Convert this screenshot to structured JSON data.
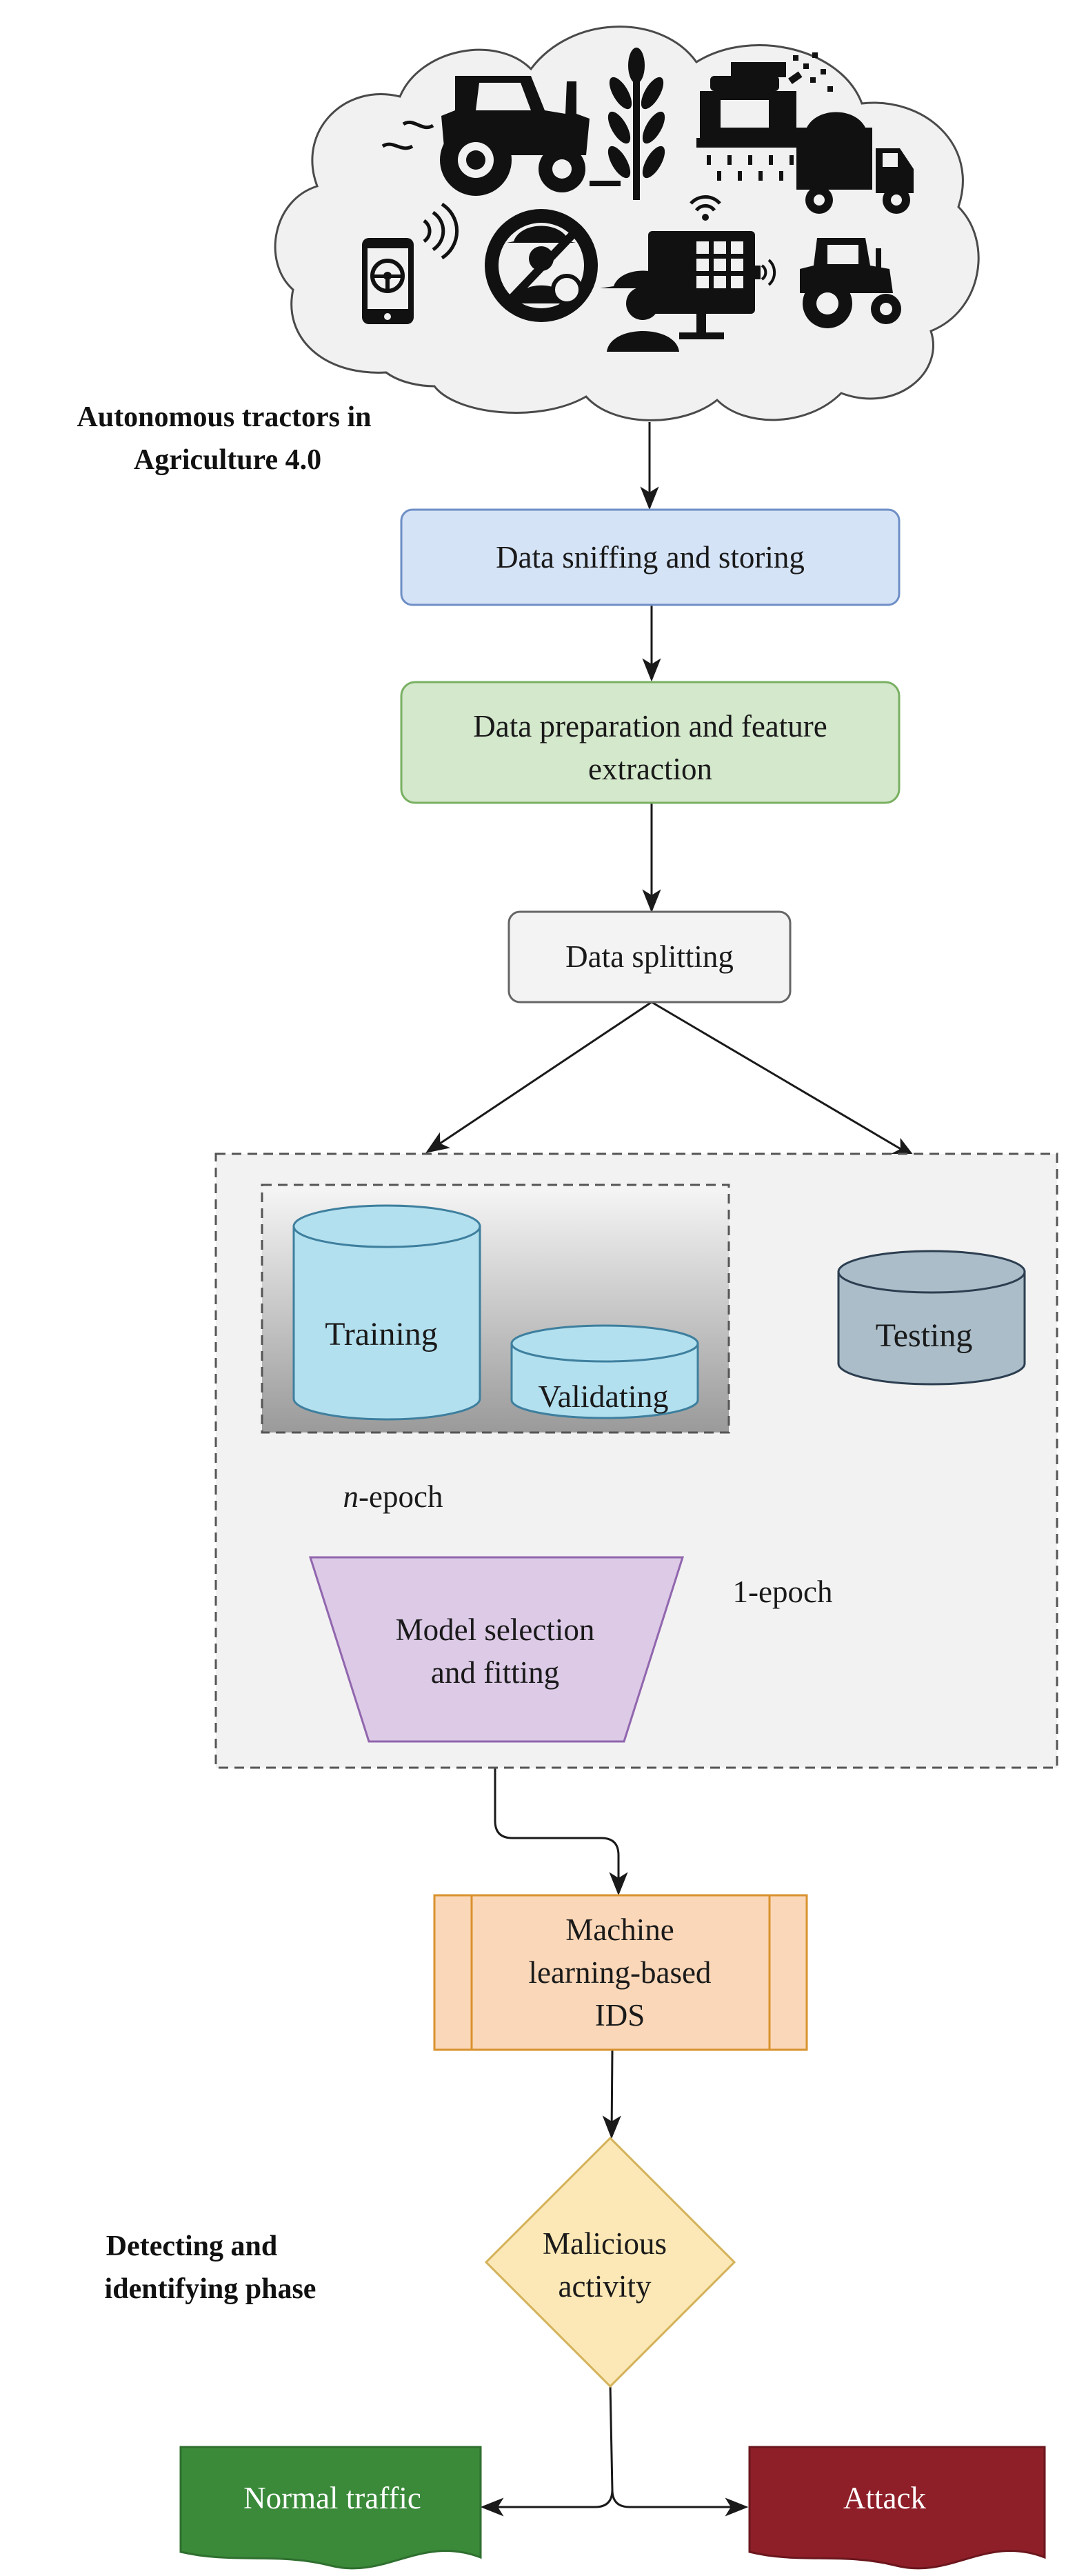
{
  "labels": {
    "cloud_caption_line1": "Autonomous tractors in",
    "cloud_caption_line2": "Agriculture 4.0",
    "phase_caption_line1": "Detecting and",
    "phase_caption_line2": "identifying phase"
  },
  "nodes": {
    "sniffing": "Data sniffing and storing",
    "preparation_line1": "Data preparation and feature",
    "preparation_line2": "extraction",
    "splitting": "Data splitting",
    "training": "Training",
    "validating": "Validating",
    "testing": "Testing",
    "model_line1": "Model selection",
    "model_line2": "and fitting",
    "ids_line1": "Machine",
    "ids_line2": "learning-based",
    "ids_line3": "IDS",
    "decision_line1": "Malicious",
    "decision_line2": "activity",
    "normal": "Normal traffic",
    "attack": "Attack"
  },
  "edges": {
    "n_epoch_italic": "n",
    "n_epoch_rest": "-epoch",
    "one_epoch": "1-epoch"
  },
  "icons": [
    "tractor-icon",
    "wheat-icon",
    "harvester-icon",
    "truck-icon",
    "phone-steering-icon",
    "no-driver-icon",
    "farmer-computer-icon",
    "small-tractor-icon",
    "wifi-icon"
  ],
  "colors": {
    "sniffing_fill": "#d5e3f6",
    "sniffing_stroke": "#6e8fc6",
    "prep_fill": "#d4e8cc",
    "prep_stroke": "#79b062",
    "split_fill": "#f3f3f3",
    "split_stroke": "#666666",
    "cylinder_fill": "#b3e0ef",
    "cylinder_stroke": "#3e7f9e",
    "testing_fill": "#aabdc9",
    "testing_stroke": "#2c3e50",
    "model_fill": "#dccae6",
    "model_stroke": "#9166ae",
    "ids_fill": "#fad7b8",
    "ids_stroke": "#d9922e",
    "decision_fill": "#fce8b6",
    "decision_stroke": "#d4b25a",
    "normal_fill": "#3a8a3a",
    "attack_fill": "#8e1f28",
    "cloud_fill": "#f1f1f1",
    "cloud_stroke": "#4a4a4a"
  }
}
